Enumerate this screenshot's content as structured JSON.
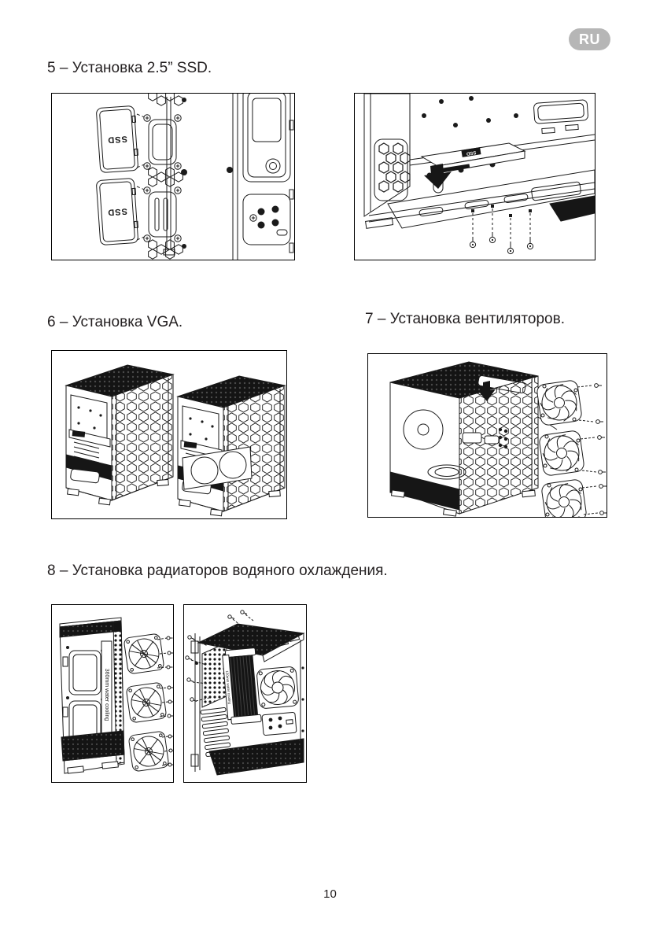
{
  "page": {
    "language_badge": "RU",
    "page_number": "10"
  },
  "steps": [
    {
      "number": "5",
      "heading": "5 – Установка 2.5” SSD."
    },
    {
      "number": "6",
      "heading": "6 – Установка VGA."
    },
    {
      "number": "7",
      "heading": "7 – Установка вентиляторов."
    },
    {
      "number": "8",
      "heading": "8 – Установка радиаторов водяного охлаждения."
    }
  ],
  "figure_labels": {
    "ssd": "SSD",
    "water_cooling_360": "360mm water cooling",
    "water_cooling_120": "120mm water cooling"
  },
  "colors": {
    "badge_bg": "#b6b6b6",
    "badge_text": "#ffffff",
    "line_art": "#1a1a1a",
    "heading_text": "#231f20"
  }
}
